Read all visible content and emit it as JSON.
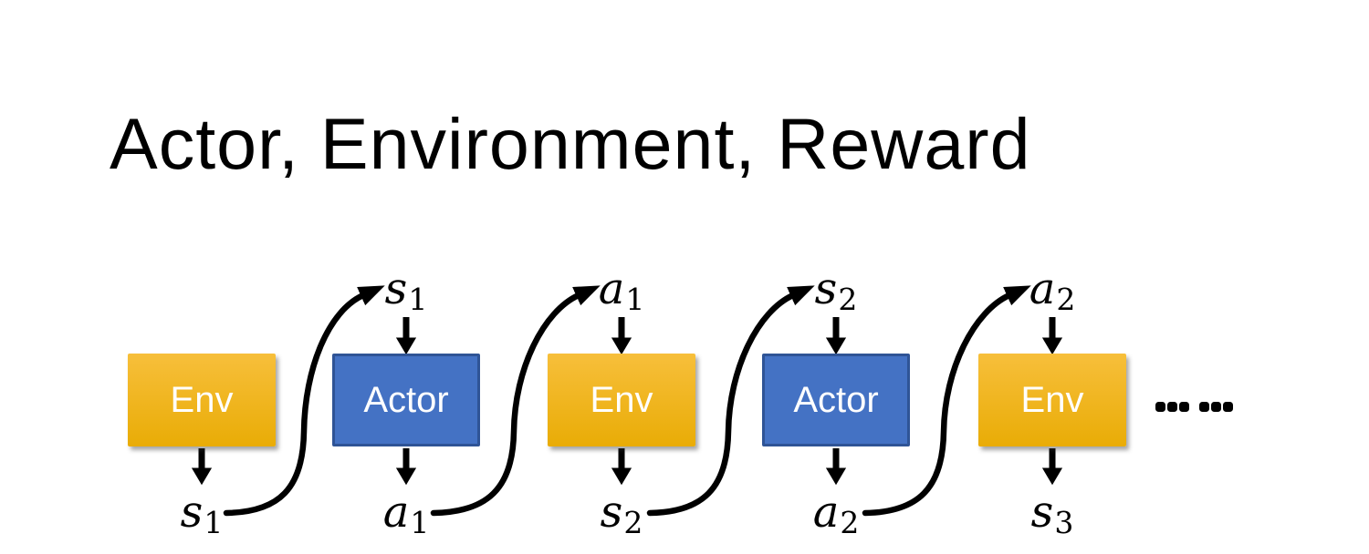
{
  "title": "Actor, Environment, Reward",
  "diagram": {
    "columns": [
      {
        "box": "Env",
        "input": null,
        "output": {
          "base": "s",
          "sub": "1"
        }
      },
      {
        "box": "Actor",
        "input": {
          "base": "s",
          "sub": "1"
        },
        "output": {
          "base": "a",
          "sub": "1"
        }
      },
      {
        "box": "Env",
        "input": {
          "base": "a",
          "sub": "1"
        },
        "output": {
          "base": "s",
          "sub": "2"
        }
      },
      {
        "box": "Actor",
        "input": {
          "base": "s",
          "sub": "2"
        },
        "output": {
          "base": "a",
          "sub": "2"
        }
      },
      {
        "box": "Env",
        "input": {
          "base": "a",
          "sub": "2"
        },
        "output": {
          "base": "s",
          "sub": "3"
        }
      }
    ],
    "edges": [
      {
        "from": "env-1-output-s1",
        "to": "actor-1-input-s1"
      },
      {
        "from": "actor-1-output-a1",
        "to": "env-2-input-a1"
      },
      {
        "from": "env-2-output-s2",
        "to": "actor-2-input-s2"
      },
      {
        "from": "actor-2-output-a2",
        "to": "env-3-input-a2"
      }
    ],
    "continuation_dots_icon": "six-dots"
  },
  "colors": {
    "background": "#FFFFFF",
    "title": "#000000",
    "env-top": "#F7BF3B",
    "env-bottom": "#E9AC06",
    "actor-fill": "#4472C4",
    "actor-border": "#2F5496",
    "box-text": "#FFFFFF",
    "arrow": "#000000"
  }
}
